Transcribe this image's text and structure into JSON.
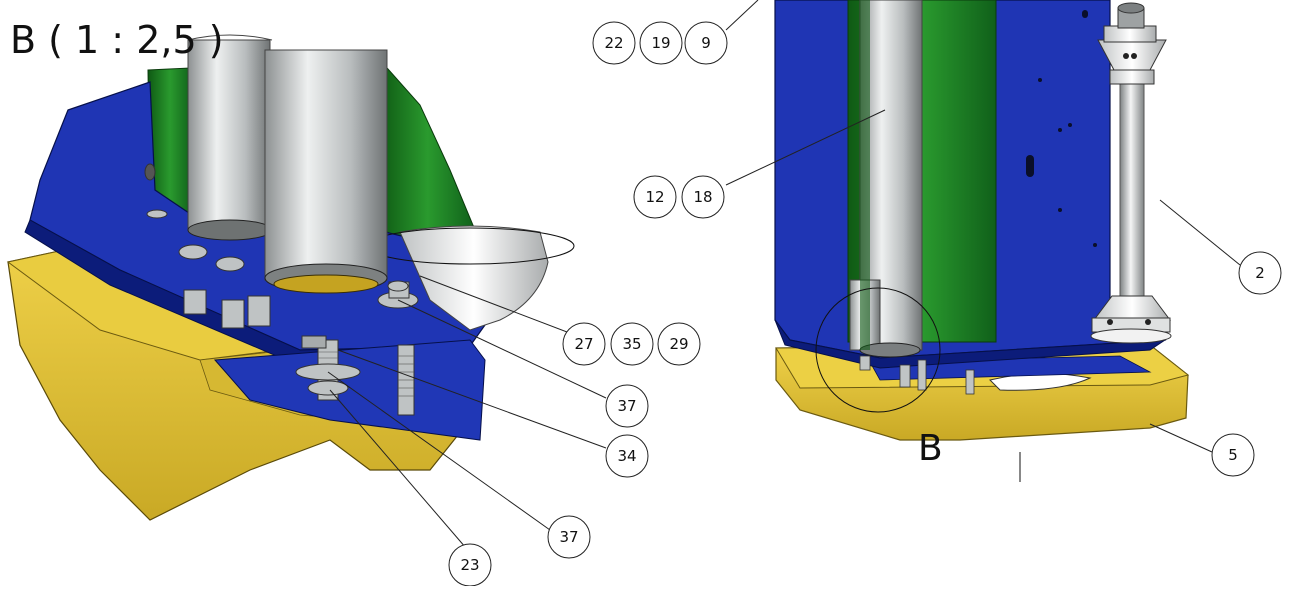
{
  "detail": {
    "title": "B ( 1 : 2,5 )",
    "section_letter": "B"
  },
  "balloons": [
    {
      "id": "b22",
      "label": "22"
    },
    {
      "id": "b19",
      "label": "19"
    },
    {
      "id": "b9",
      "label": "9"
    },
    {
      "id": "b12",
      "label": "12"
    },
    {
      "id": "b18",
      "label": "18"
    },
    {
      "id": "b2",
      "label": "2"
    },
    {
      "id": "b27",
      "label": "27"
    },
    {
      "id": "b35",
      "label": "35"
    },
    {
      "id": "b29",
      "label": "29"
    },
    {
      "id": "b37a",
      "label": "37"
    },
    {
      "id": "b34",
      "label": "34"
    },
    {
      "id": "b37b",
      "label": "37"
    },
    {
      "id": "b23",
      "label": "23"
    },
    {
      "id": "b5",
      "label": "5"
    }
  ],
  "colors": {
    "blue_plate": "#1f35b4",
    "blue_dark": "#0c1c7a",
    "yellow_base": "#e2c43a",
    "yellow_dark": "#b89a1c",
    "green_belt": "#1f7a22",
    "steel": "#c8cbcc",
    "leader": "#222222"
  }
}
